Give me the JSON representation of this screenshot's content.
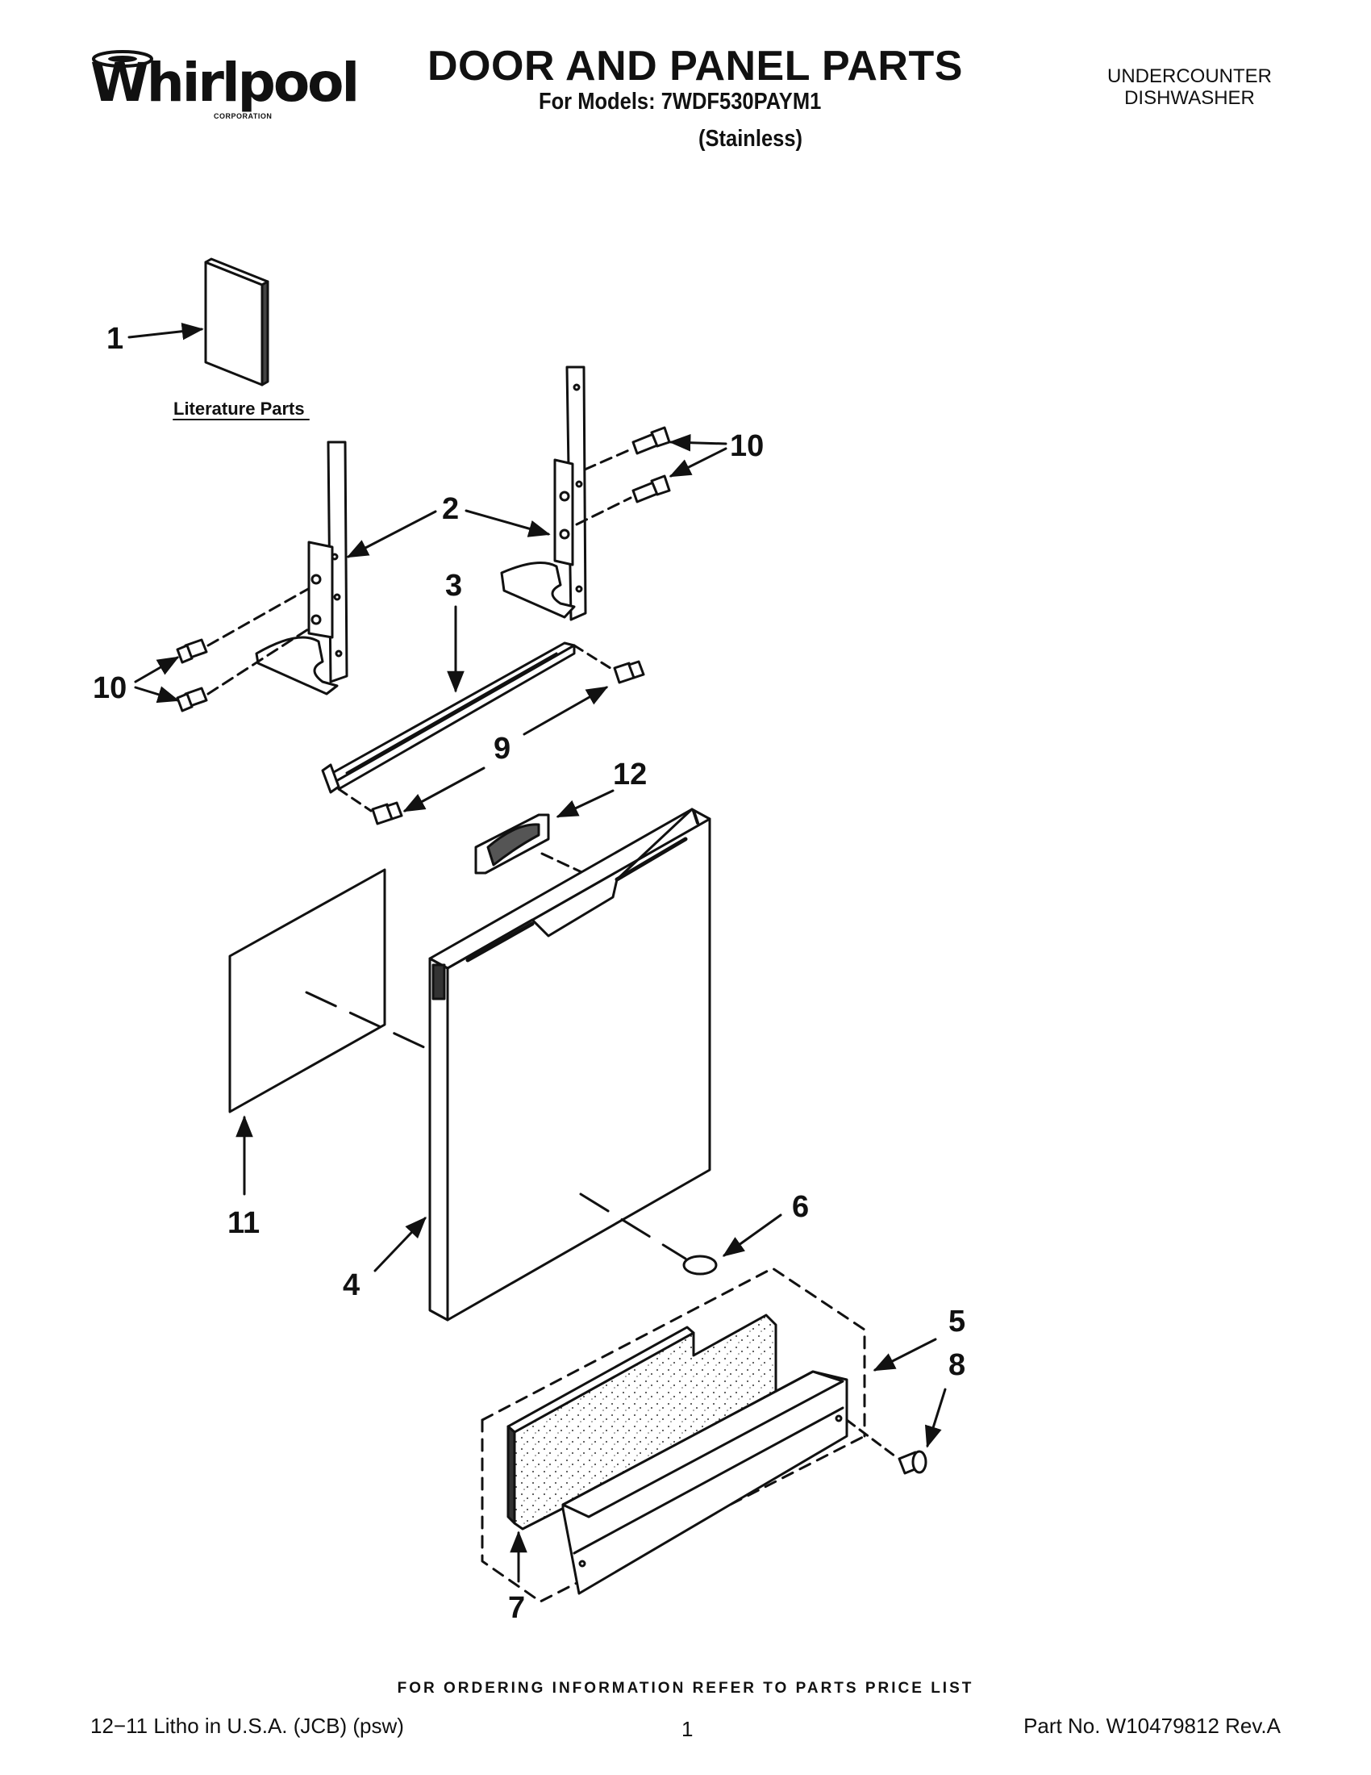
{
  "header": {
    "brand": "Whirlpool",
    "brand_sub": "CORPORATION",
    "title": "DOOR AND PANEL PARTS",
    "for_models": "For Models: 7WDF530PAYM1",
    "variant": "(Stainless)",
    "appliance_type_line1": "UNDERCOUNTER",
    "appliance_type_line2": "DISHWASHER"
  },
  "diagram": {
    "literature_label": "Literature Parts",
    "callouts": {
      "c1": "1",
      "c2": "2",
      "c3": "3",
      "c4": "4",
      "c5": "5",
      "c6": "6",
      "c7": "7",
      "c8": "8",
      "c9": "9",
      "c10a": "10",
      "c10b": "10",
      "c11": "11",
      "c12": "12"
    }
  },
  "footer": {
    "ordering": "FOR ORDERING INFORMATION REFER TO PARTS PRICE LIST",
    "litho": "12−11 Litho in U.S.A. (JCB) (psw)",
    "page": "1",
    "part_no": "Part No. W10479812 Rev.A"
  }
}
